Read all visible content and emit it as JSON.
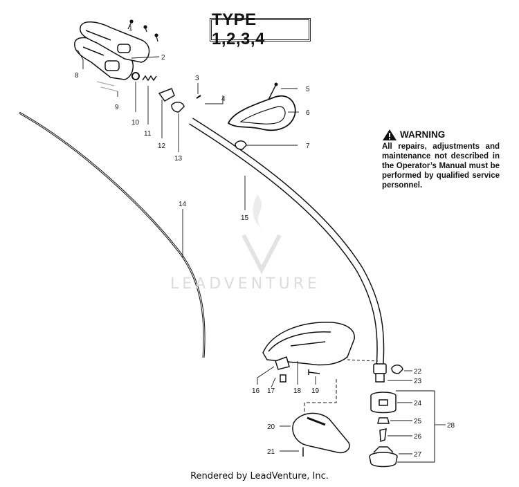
{
  "type_label": "TYPE 1,2,3,4",
  "warning": {
    "title": "WARNING",
    "body": "All repairs, adjustments and maintenance not described in the Operator’s Manual must be performed by qualified service personnel."
  },
  "watermark": "LEADVENTURE",
  "footer": "Rendered by LeadVenture, Inc.",
  "callouts": [
    "1",
    "2",
    "3",
    "4",
    "5",
    "6",
    "7",
    "8",
    "9",
    "10",
    "11",
    "12",
    "13",
    "14",
    "15",
    "16",
    "17",
    "18",
    "19",
    "20",
    "21",
    "22",
    "23",
    "24",
    "25",
    "26",
    "27",
    "28"
  ]
}
